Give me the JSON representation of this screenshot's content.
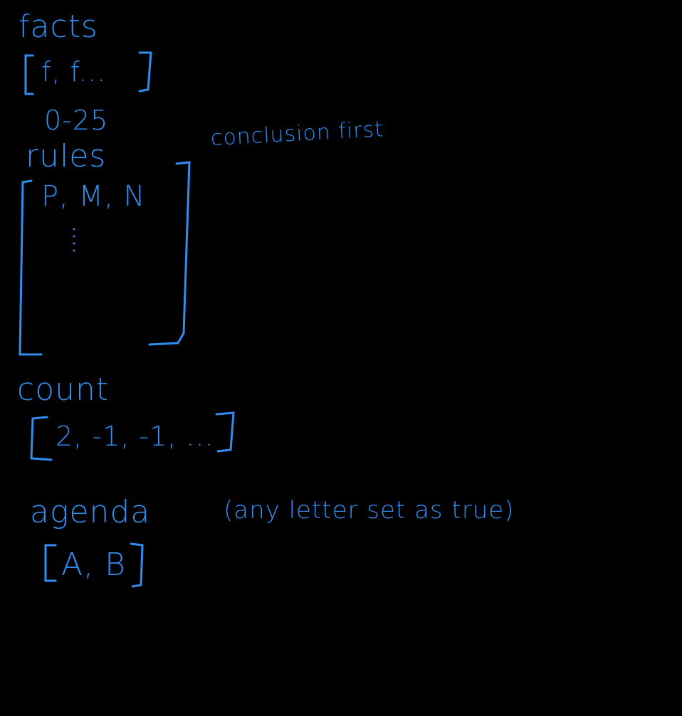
{
  "theme": {
    "background": "#000000",
    "ink": "#2f8ef0"
  },
  "sections": {
    "facts": {
      "label": "facts",
      "array": "f, f...",
      "range": "0-25"
    },
    "rules": {
      "label": "rules",
      "first_row": "P, M, N",
      "note": "conclusion first"
    },
    "count": {
      "label": "count",
      "array": "2, -1, -1, ..."
    },
    "agenda": {
      "label": "agenda",
      "note": "(any letter set as true)",
      "array": "A, B"
    }
  }
}
